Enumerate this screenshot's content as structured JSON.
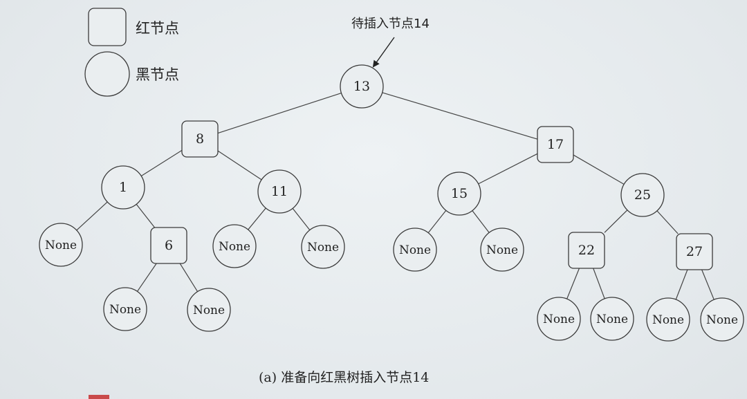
{
  "legend": {
    "red_label": "红节点",
    "black_label": "黑节点"
  },
  "annotation": {
    "text": "待插入节点14"
  },
  "caption": {
    "text": "(a) 准备向红黑树插入节点14"
  },
  "tree": {
    "nodes": [
      {
        "id": "n13",
        "label": "13",
        "color": "black"
      },
      {
        "id": "n8",
        "label": "8",
        "color": "red"
      },
      {
        "id": "n17",
        "label": "17",
        "color": "red"
      },
      {
        "id": "n1",
        "label": "1",
        "color": "black"
      },
      {
        "id": "n11",
        "label": "11",
        "color": "black"
      },
      {
        "id": "n15",
        "label": "15",
        "color": "black"
      },
      {
        "id": "n25",
        "label": "25",
        "color": "black"
      },
      {
        "id": "nil-a",
        "label": "None",
        "color": "black"
      },
      {
        "id": "n6",
        "label": "6",
        "color": "red"
      },
      {
        "id": "nil-b",
        "label": "None",
        "color": "black"
      },
      {
        "id": "nil-c",
        "label": "None",
        "color": "black"
      },
      {
        "id": "nil-d",
        "label": "None",
        "color": "black"
      },
      {
        "id": "nil-e",
        "label": "None",
        "color": "black"
      },
      {
        "id": "n22",
        "label": "22",
        "color": "red"
      },
      {
        "id": "n27",
        "label": "27",
        "color": "red"
      },
      {
        "id": "nil-f",
        "label": "None",
        "color": "black"
      },
      {
        "id": "nil-g",
        "label": "None",
        "color": "black"
      },
      {
        "id": "nil-h",
        "label": "None",
        "color": "black"
      },
      {
        "id": "nil-i",
        "label": "None",
        "color": "black"
      },
      {
        "id": "nil-j",
        "label": "None",
        "color": "black"
      },
      {
        "id": "nil-k",
        "label": "None",
        "color": "black"
      }
    ],
    "edges": [
      [
        "n13",
        "n8"
      ],
      [
        "n13",
        "n17"
      ],
      [
        "n8",
        "n1"
      ],
      [
        "n8",
        "n11"
      ],
      [
        "n17",
        "n15"
      ],
      [
        "n17",
        "n25"
      ],
      [
        "n1",
        "nil-a"
      ],
      [
        "n1",
        "n6"
      ],
      [
        "n6",
        "nil-b"
      ],
      [
        "n6",
        "nil-c"
      ],
      [
        "n11",
        "nil-d"
      ],
      [
        "n11",
        "nil-e"
      ],
      [
        "n15",
        "nil-f"
      ],
      [
        "n15",
        "nil-g"
      ],
      [
        "n25",
        "n22"
      ],
      [
        "n25",
        "n27"
      ],
      [
        "n22",
        "nil-h"
      ],
      [
        "n22",
        "nil-i"
      ],
      [
        "n27",
        "nil-j"
      ],
      [
        "n27",
        "nil-k"
      ]
    ]
  }
}
